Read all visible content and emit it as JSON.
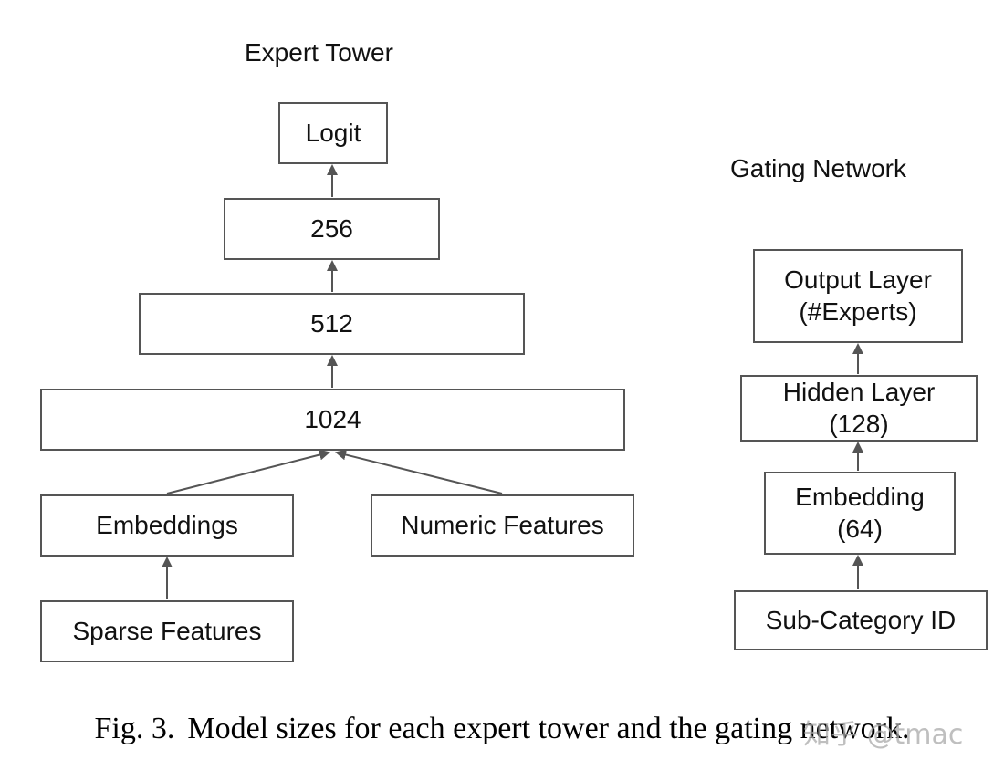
{
  "expert_tower": {
    "title": "Expert Tower",
    "logit": "Logit",
    "layer_256": "256",
    "layer_512": "512",
    "layer_1024": "1024",
    "embeddings": "Embeddings",
    "numeric_features": "Numeric Features",
    "sparse_features": "Sparse Features"
  },
  "gating_network": {
    "title": "Gating Network",
    "output_layer": [
      "Output Layer",
      "(#Experts)"
    ],
    "hidden_layer": [
      "Hidden Layer",
      "(128)"
    ],
    "embedding": [
      "Embedding",
      "(64)"
    ],
    "sub_category_id": "Sub-Category ID"
  },
  "caption": {
    "label": "Fig. 3.",
    "text": "Model sizes for each expert tower and the gating network."
  },
  "watermark": "知乎 @tmac",
  "colors": {
    "box_border": "#555555",
    "arrow": "#555555",
    "text": "#111111"
  }
}
